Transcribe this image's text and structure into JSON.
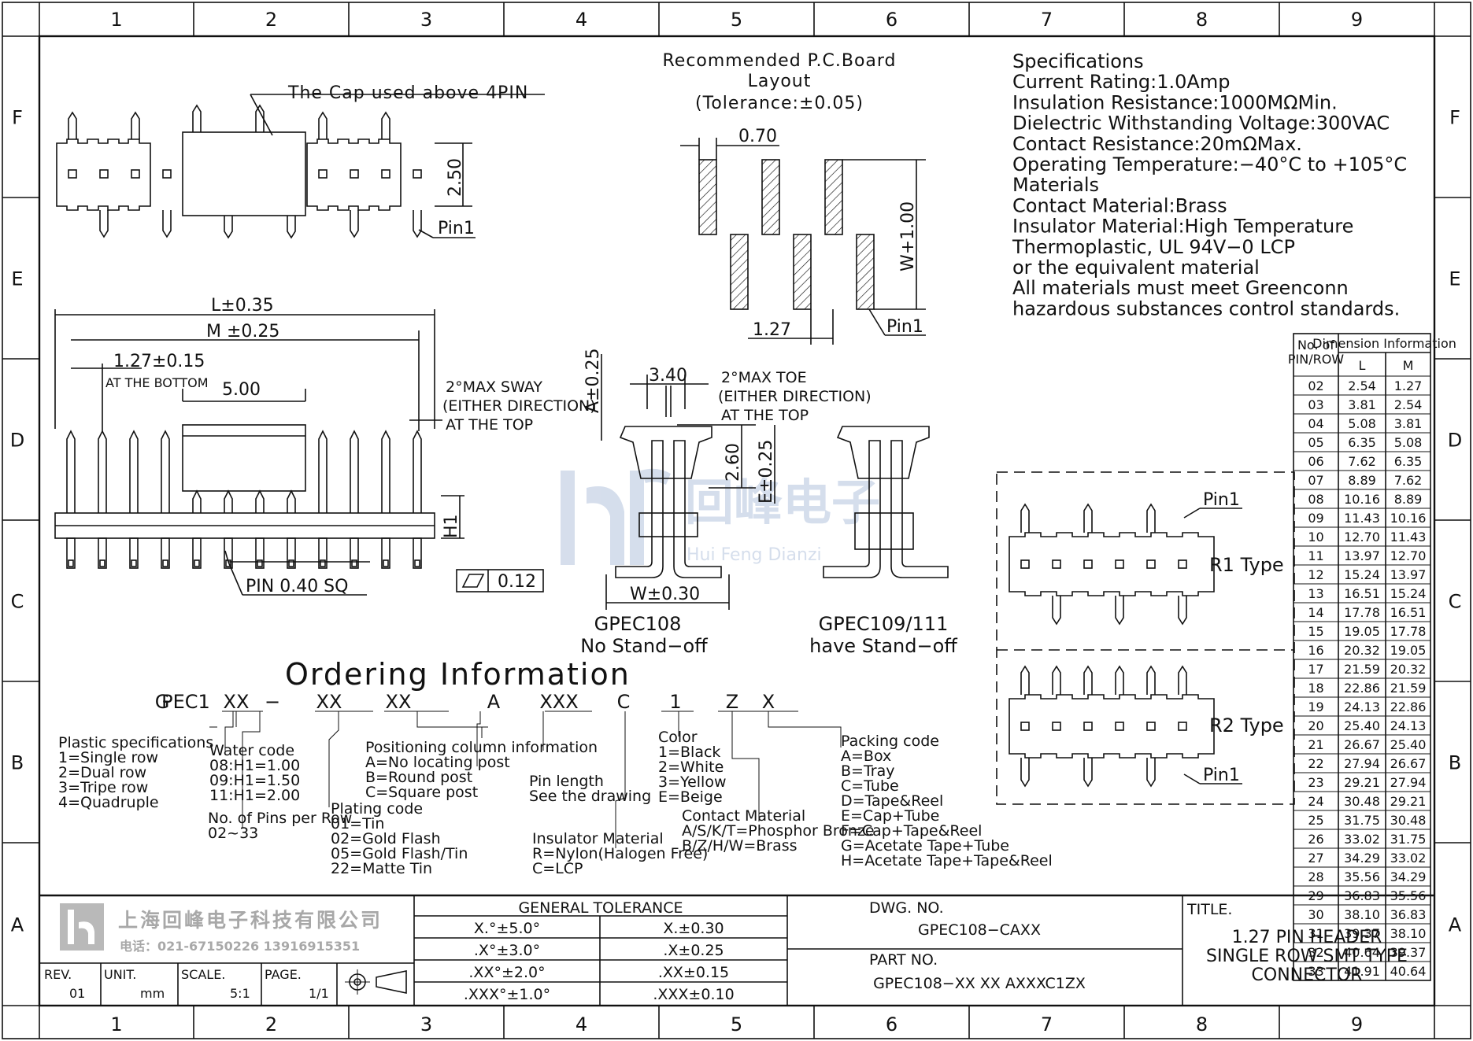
{
  "grid": {
    "cols": [
      "1",
      "2",
      "3",
      "4",
      "5",
      "6",
      "7",
      "8",
      "9"
    ],
    "rows": [
      "F",
      "E",
      "D",
      "C",
      "B",
      "A"
    ]
  },
  "top_view": {
    "cap_note": "The Cap used above 4PIN",
    "height_dim": "2.50",
    "pin1": "Pin1"
  },
  "pcb": {
    "title1": "Recommended P.C.Board",
    "title2": "Layout",
    "tolerance": "(Tolerance:±0.05)",
    "pad_width": "0.70",
    "pitch": "1.27",
    "length": "W+1.00",
    "pin1": "Pin1"
  },
  "specs": [
    "Specifications",
    "Current  Rating:1.0Amp",
    "Insulation  Resistance:1000MΩMin.",
    "Dielectric  Withstanding  Voltage:300VAC",
    "Contact  Resistance:20mΩMax.",
    "Operating  Temperature:−40°C  to  +105°C",
    "Materials",
    "Contact  Material:Brass",
    "Insulator  Material:High  Temperature",
    "Thermoplastic,  UL  94V−0  LCP",
    "or  the  equivalent  material",
    "All  materials  must  meet  Greenconn",
    "hazardous  substances  control  standards."
  ],
  "front_view": {
    "l_dim": "L±0.35",
    "m_dim": "M  ±0.25",
    "pitch_dim": "1.27±0.15",
    "at_bottom": "AT THE BOTTOM",
    "cap_dim": "5.00",
    "sway1": "2°MAX  SWAY",
    "sway2": "(EITHER DIRECTION)",
    "sway3": "AT  THE  TOP",
    "h1": "H1",
    "pin_size": "PIN  0.40  SQ",
    "flatness": "0.12"
  },
  "side_view": {
    "a_dim": "A±0.25",
    "w340": "3.40",
    "toe1": "2°MAX  TOE",
    "toe2": "(EITHER DIRECTION)",
    "toe3": "AT  THE  TOP",
    "d260": "2.60",
    "e_dim": "E±0.25",
    "w_dim": "W±0.30",
    "left_name": "GPEC108",
    "left_note": "No  Stand−off",
    "right_name": "GPEC109/111",
    "right_note": "have  Stand−off"
  },
  "types": {
    "pin1_top": "Pin1",
    "r1": "R1  Type",
    "r2": "R2  Type",
    "pin1_bottom": "Pin1"
  },
  "dim_table": {
    "h_pin": "No.  of",
    "h_pin2": "PIN/ROW",
    "h_dim": "Dimension  Information",
    "h_l": "L",
    "h_m": "M",
    "rows": [
      [
        "02",
        "2.54",
        "1.27"
      ],
      [
        "03",
        "3.81",
        "2.54"
      ],
      [
        "04",
        "5.08",
        "3.81"
      ],
      [
        "05",
        "6.35",
        "5.08"
      ],
      [
        "06",
        "7.62",
        "6.35"
      ],
      [
        "07",
        "8.89",
        "7.62"
      ],
      [
        "08",
        "10.16",
        "8.89"
      ],
      [
        "09",
        "11.43",
        "10.16"
      ],
      [
        "10",
        "12.70",
        "11.43"
      ],
      [
        "11",
        "13.97",
        "12.70"
      ],
      [
        "12",
        "15.24",
        "13.97"
      ],
      [
        "13",
        "16.51",
        "15.24"
      ],
      [
        "14",
        "17.78",
        "16.51"
      ],
      [
        "15",
        "19.05",
        "17.78"
      ],
      [
        "16",
        "20.32",
        "19.05"
      ],
      [
        "17",
        "21.59",
        "20.32"
      ],
      [
        "18",
        "22.86",
        "21.59"
      ],
      [
        "19",
        "24.13",
        "22.86"
      ],
      [
        "20",
        "25.40",
        "24.13"
      ],
      [
        "21",
        "26.67",
        "25.40"
      ],
      [
        "22",
        "27.94",
        "26.67"
      ],
      [
        "23",
        "29.21",
        "27.94"
      ],
      [
        "24",
        "30.48",
        "29.21"
      ],
      [
        "25",
        "31.75",
        "30.48"
      ],
      [
        "26",
        "33.02",
        "31.75"
      ],
      [
        "27",
        "34.29",
        "33.02"
      ],
      [
        "28",
        "35.56",
        "34.29"
      ],
      [
        "29",
        "36.83",
        "35.56"
      ],
      [
        "30",
        "38.10",
        "36.83"
      ],
      [
        "31",
        "39.37",
        "38.10"
      ],
      [
        "32",
        "40.64",
        "39.37"
      ],
      [
        "33",
        "41.91",
        "40.64"
      ]
    ]
  },
  "ordering": {
    "title": "Ordering  Information",
    "code": [
      "G",
      "PEC1",
      "XX",
      "−",
      "XX",
      "XX",
      "A",
      "XXX",
      "C",
      "1",
      "Z",
      "X"
    ],
    "plastic": [
      "Plastic  specifications",
      "1=Single  row",
      "2=Dual  row",
      "3=Tripe  row",
      "4=Quadruple"
    ],
    "water": [
      "Water  code",
      "08:H1=1.00",
      "09:H1=1.50",
      "11:H1=2.00"
    ],
    "pins": [
      "No.  of  Pins  per  Row",
      "02~33"
    ],
    "plating": [
      "Plating  code",
      "01=Tin",
      "02=Gold  Flash",
      "05=Gold  Flash/Tin",
      "22=Matte  Tin"
    ],
    "position": [
      "Positioning  column  information",
      "A=No  locating  post",
      "B=Round  post",
      "C=Square  post"
    ],
    "pin_length": [
      "Pin  length",
      "See  the  drawing"
    ],
    "insulator": [
      "Insulator  Material",
      "R=Nylon(Halogen  Free)",
      "C=LCP"
    ],
    "color": [
      "Color",
      "1=Black",
      "2=White",
      "3=Yellow",
      "E=Beige"
    ],
    "contact": [
      "Contact  Material",
      "A/S/K/T=Phosphor  Bronze",
      "B/Z/H/W=Brass"
    ],
    "packing": [
      "Packing  code",
      "A=Box",
      "B=Tray",
      "C=Tube",
      "D=Tape&Reel",
      "E=Cap+Tube",
      "F=Cap+Tape&Reel",
      "G=Acetate  Tape+Tube",
      "H=Acetate  Tape+Tape&Reel"
    ]
  },
  "watermark": {
    "cn": "回峰电子",
    "en": "Hui Feng Dianzi"
  },
  "title_block": {
    "company_cn": "上海回峰电子科技有限公司",
    "phone": "电话：021-67150226  13916915351",
    "rev_label": "REV.",
    "rev": "01",
    "unit_label": "UNIT.",
    "unit": "mm",
    "scale_label": "SCALE.",
    "scale": "5:1",
    "page_label": "PAGE.",
    "page": "1/1",
    "tol_title": "GENERAL  TOLERANCE",
    "tol_angle": [
      "X.°±5.0°",
      ".X°±3.0°",
      ".XX°±2.0°",
      ".XXX°±1.0°"
    ],
    "tol_linear": [
      "X.±0.30",
      ".X±0.25",
      ".XX±0.15",
      ".XXX±0.10"
    ],
    "dwg_label": "DWG.  NO.",
    "dwg": "GPEC108−CAXX",
    "part_label": "PART  NO.",
    "part": "GPEC108−XX  XX  AXXXC1ZX",
    "title_label": "TITLE.",
    "title": [
      "1.27  PIN  HEADER",
      "SINGLE  ROW  SMT  TYPE",
      "CONNECTOR"
    ]
  },
  "colors": {
    "ink": "#111111",
    "watermark": "#c8d3e6"
  }
}
